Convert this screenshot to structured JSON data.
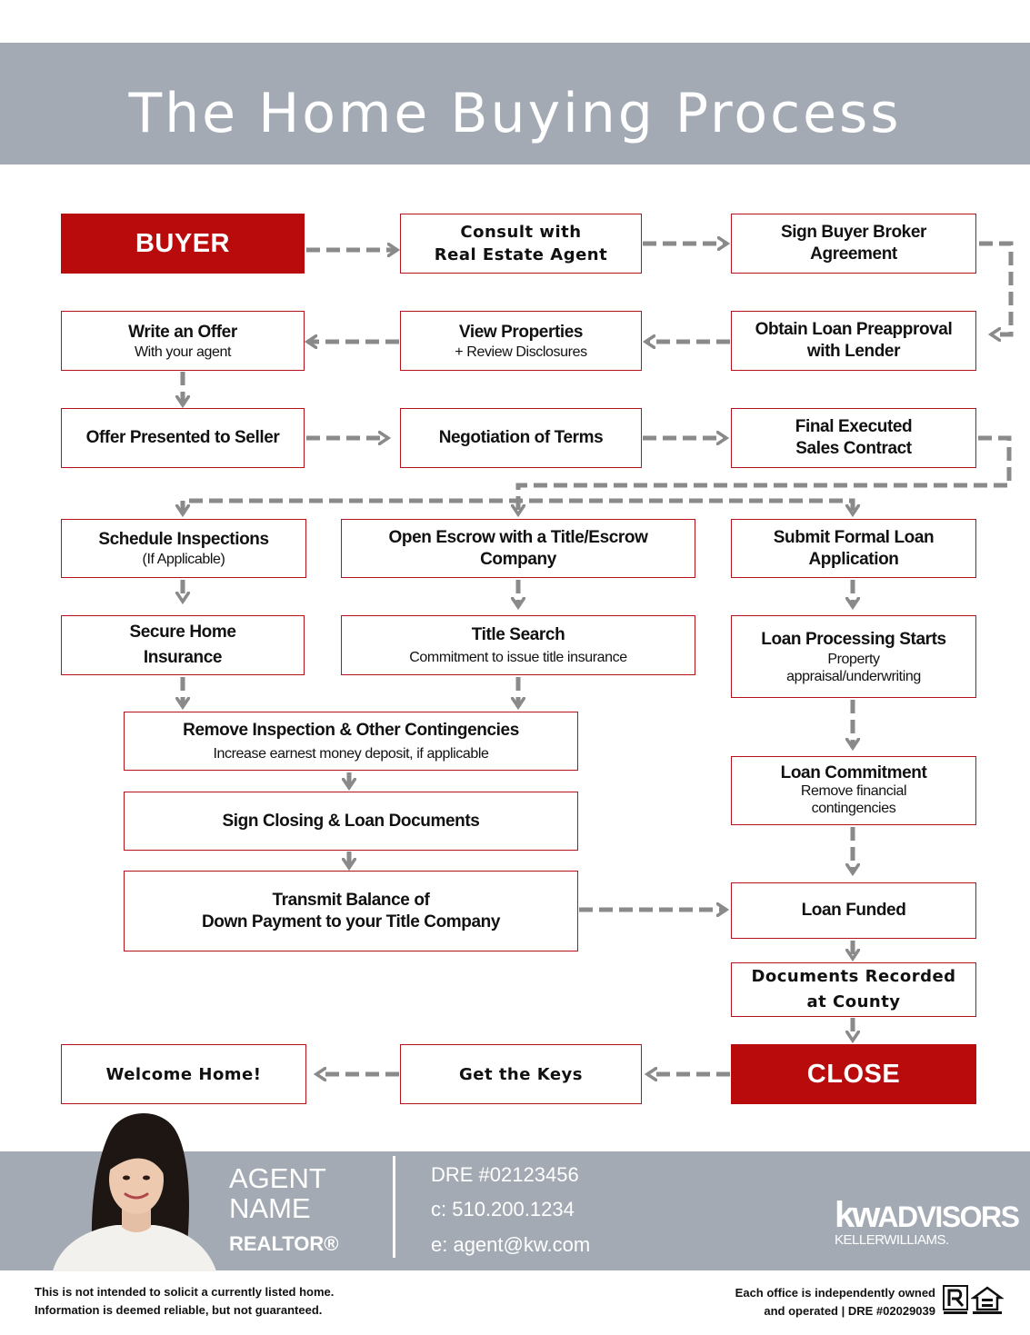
{
  "title": "The Home Buying Process",
  "steps": {
    "buyer": "BUYER",
    "consult": "Consult with\nReal Estate Agent",
    "sign_broker": "Sign Buyer Broker\nAgreement",
    "write_offer": {
      "title": "Write an Offer",
      "sub": "With your agent"
    },
    "view_properties": {
      "title": "View Properties",
      "sub": "+ Review Disclosures"
    },
    "loan_preapproval": "Obtain Loan Preapproval\nwith Lender",
    "offer_presented": "Offer Presented to Seller",
    "negotiation": "Negotiation of Terms",
    "final_contract": "Final Executed\nSales Contract",
    "schedule_inspections": {
      "title": "Schedule Inspections",
      "sub": "(If Applicable)"
    },
    "open_escrow": "Open Escrow with a Title/Escrow\nCompany",
    "submit_loan": "Submit Formal Loan\nApplication",
    "secure_insurance": "Secure Home\nInsurance",
    "title_search": {
      "title": "Title Search",
      "sub": "Commitment to issue title insurance"
    },
    "loan_processing": {
      "title": "Loan Processing Starts",
      "sub": "Property\nappraisal/underwriting"
    },
    "remove_contingencies": {
      "title": "Remove Inspection & Other Contingencies",
      "sub": "Increase earnest money deposit, if applicable"
    },
    "sign_closing": "Sign Closing  & Loan Documents",
    "loan_commitment": {
      "title": "Loan Commitment",
      "sub": "Remove financial\ncontingencies"
    },
    "transmit_balance": "Transmit Balance of\nDown Payment to your Title Company",
    "loan_funded": "Loan Funded",
    "documents_recorded": "Documents Recorded\nat County",
    "welcome_home": "Welcome Home!",
    "get_keys": "Get the Keys",
    "close": "CLOSE"
  },
  "footer": {
    "agent_name": "AGENT\nNAME",
    "agent_role": "REALTOR®",
    "dre": "DRE #02123456",
    "phone": "c: 510.200.1234",
    "email": "e: agent@kw.com",
    "logo_main": "kw",
    "logo_advisors": "ADVISORS",
    "logo_sub": "KELLERWILLIAMS."
  },
  "disclaimer_left": "This is not intended to solicit a currently listed home.\nInformation is deemed reliable, but not guaranteed.",
  "disclaimer_right": "Each office is independently owned\nand operated | DRE #02029039",
  "colors": {
    "accent_red": "#b90b0b",
    "border_red": "#b5121b",
    "header_gray": "#a3aab3",
    "arrow_gray": "#8a8a8a"
  }
}
